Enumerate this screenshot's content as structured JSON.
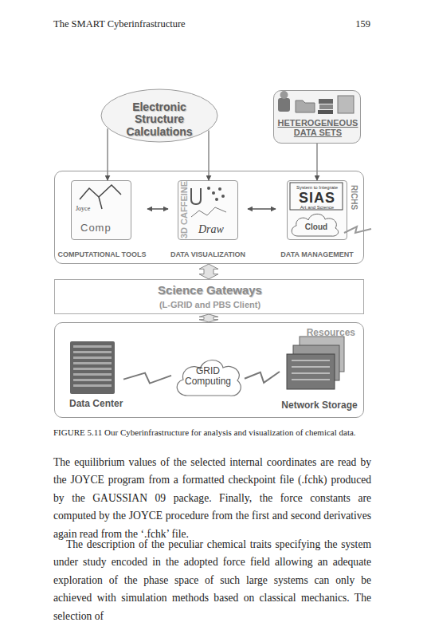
{
  "diagram": {
    "caption": "FIGURE 5.11 Our Cyberinfrastructure for analysis and visualization of chemical data.",
    "nodes": [
      {
        "text": [
          "Electronic Structure Calculations"
        ]
      },
      {
        "text": [
          "HETEROGENEOUS DATA SETS"
        ]
      },
      {
        "text": []
      },
      {
        "text": [
          "Joyce",
          "Comp",
          "COMPUTATIONAL TOOLS"
        ],
        "in": 2
      },
      {
        "text": [
          "3D CAFFEINE",
          "Draw",
          "DATA VISUALIZATION"
        ],
        "in": 2
      },
      {
        "text": [
          "System to Integrate",
          "SIAS",
          "Art and Science",
          "Cloud",
          "RICHS",
          "DATA MANAGEMENT"
        ],
        "in": 2
      },
      {
        "text": [
          "Science Gateways",
          "(L-GRID and PBS Client)"
        ]
      },
      {
        "text": [
          "Resources"
        ]
      },
      {
        "text": [
          "Data Center"
        ],
        "in": 7
      },
      {
        "text": [
          "GRID Computing"
        ],
        "in": 7
      },
      {
        "text": [
          "Network Storage"
        ],
        "in": 7
      }
    ],
    "edges": [
      {
        "from": 0,
        "to": 3,
        "arrow": "to"
      },
      {
        "from": 0,
        "to": 4,
        "arrow": "to"
      },
      {
        "from": 1,
        "to": 5,
        "arrow": "to"
      },
      {
        "from": 3,
        "to": 4,
        "arrow": "both"
      },
      {
        "from": 4,
        "to": 5,
        "arrow": "both"
      },
      {
        "from": 2,
        "to": 6,
        "arrow": "both"
      },
      {
        "from": 6,
        "to": 7,
        "arrow": "both"
      },
      {
        "from": 8,
        "to": 9,
        "arrow": "none"
      },
      {
        "from": 9,
        "to": 10,
        "arrow": "none"
      }
    ],
    "labels": [
      "The SMART Cyberinfrastructure",
      "159",
      "The equilibrium values of the selected internal coordinates are read by the JOYCE program from a formatted checkpoint file (.fchk) produced by the GAUSSIAN 09 package. Finally, the force constants are computed by the JOYCE procedure from the first and second derivatives again read from the ‘.fchk’ file.",
      "The description of the peculiar chemical traits specifying the system under study encoded in the adopted force field allowing an adequate exploration of the phase space of such large systems can only be achieved with simulation methods based on classical mechanics. The selection of"
    ]
  }
}
